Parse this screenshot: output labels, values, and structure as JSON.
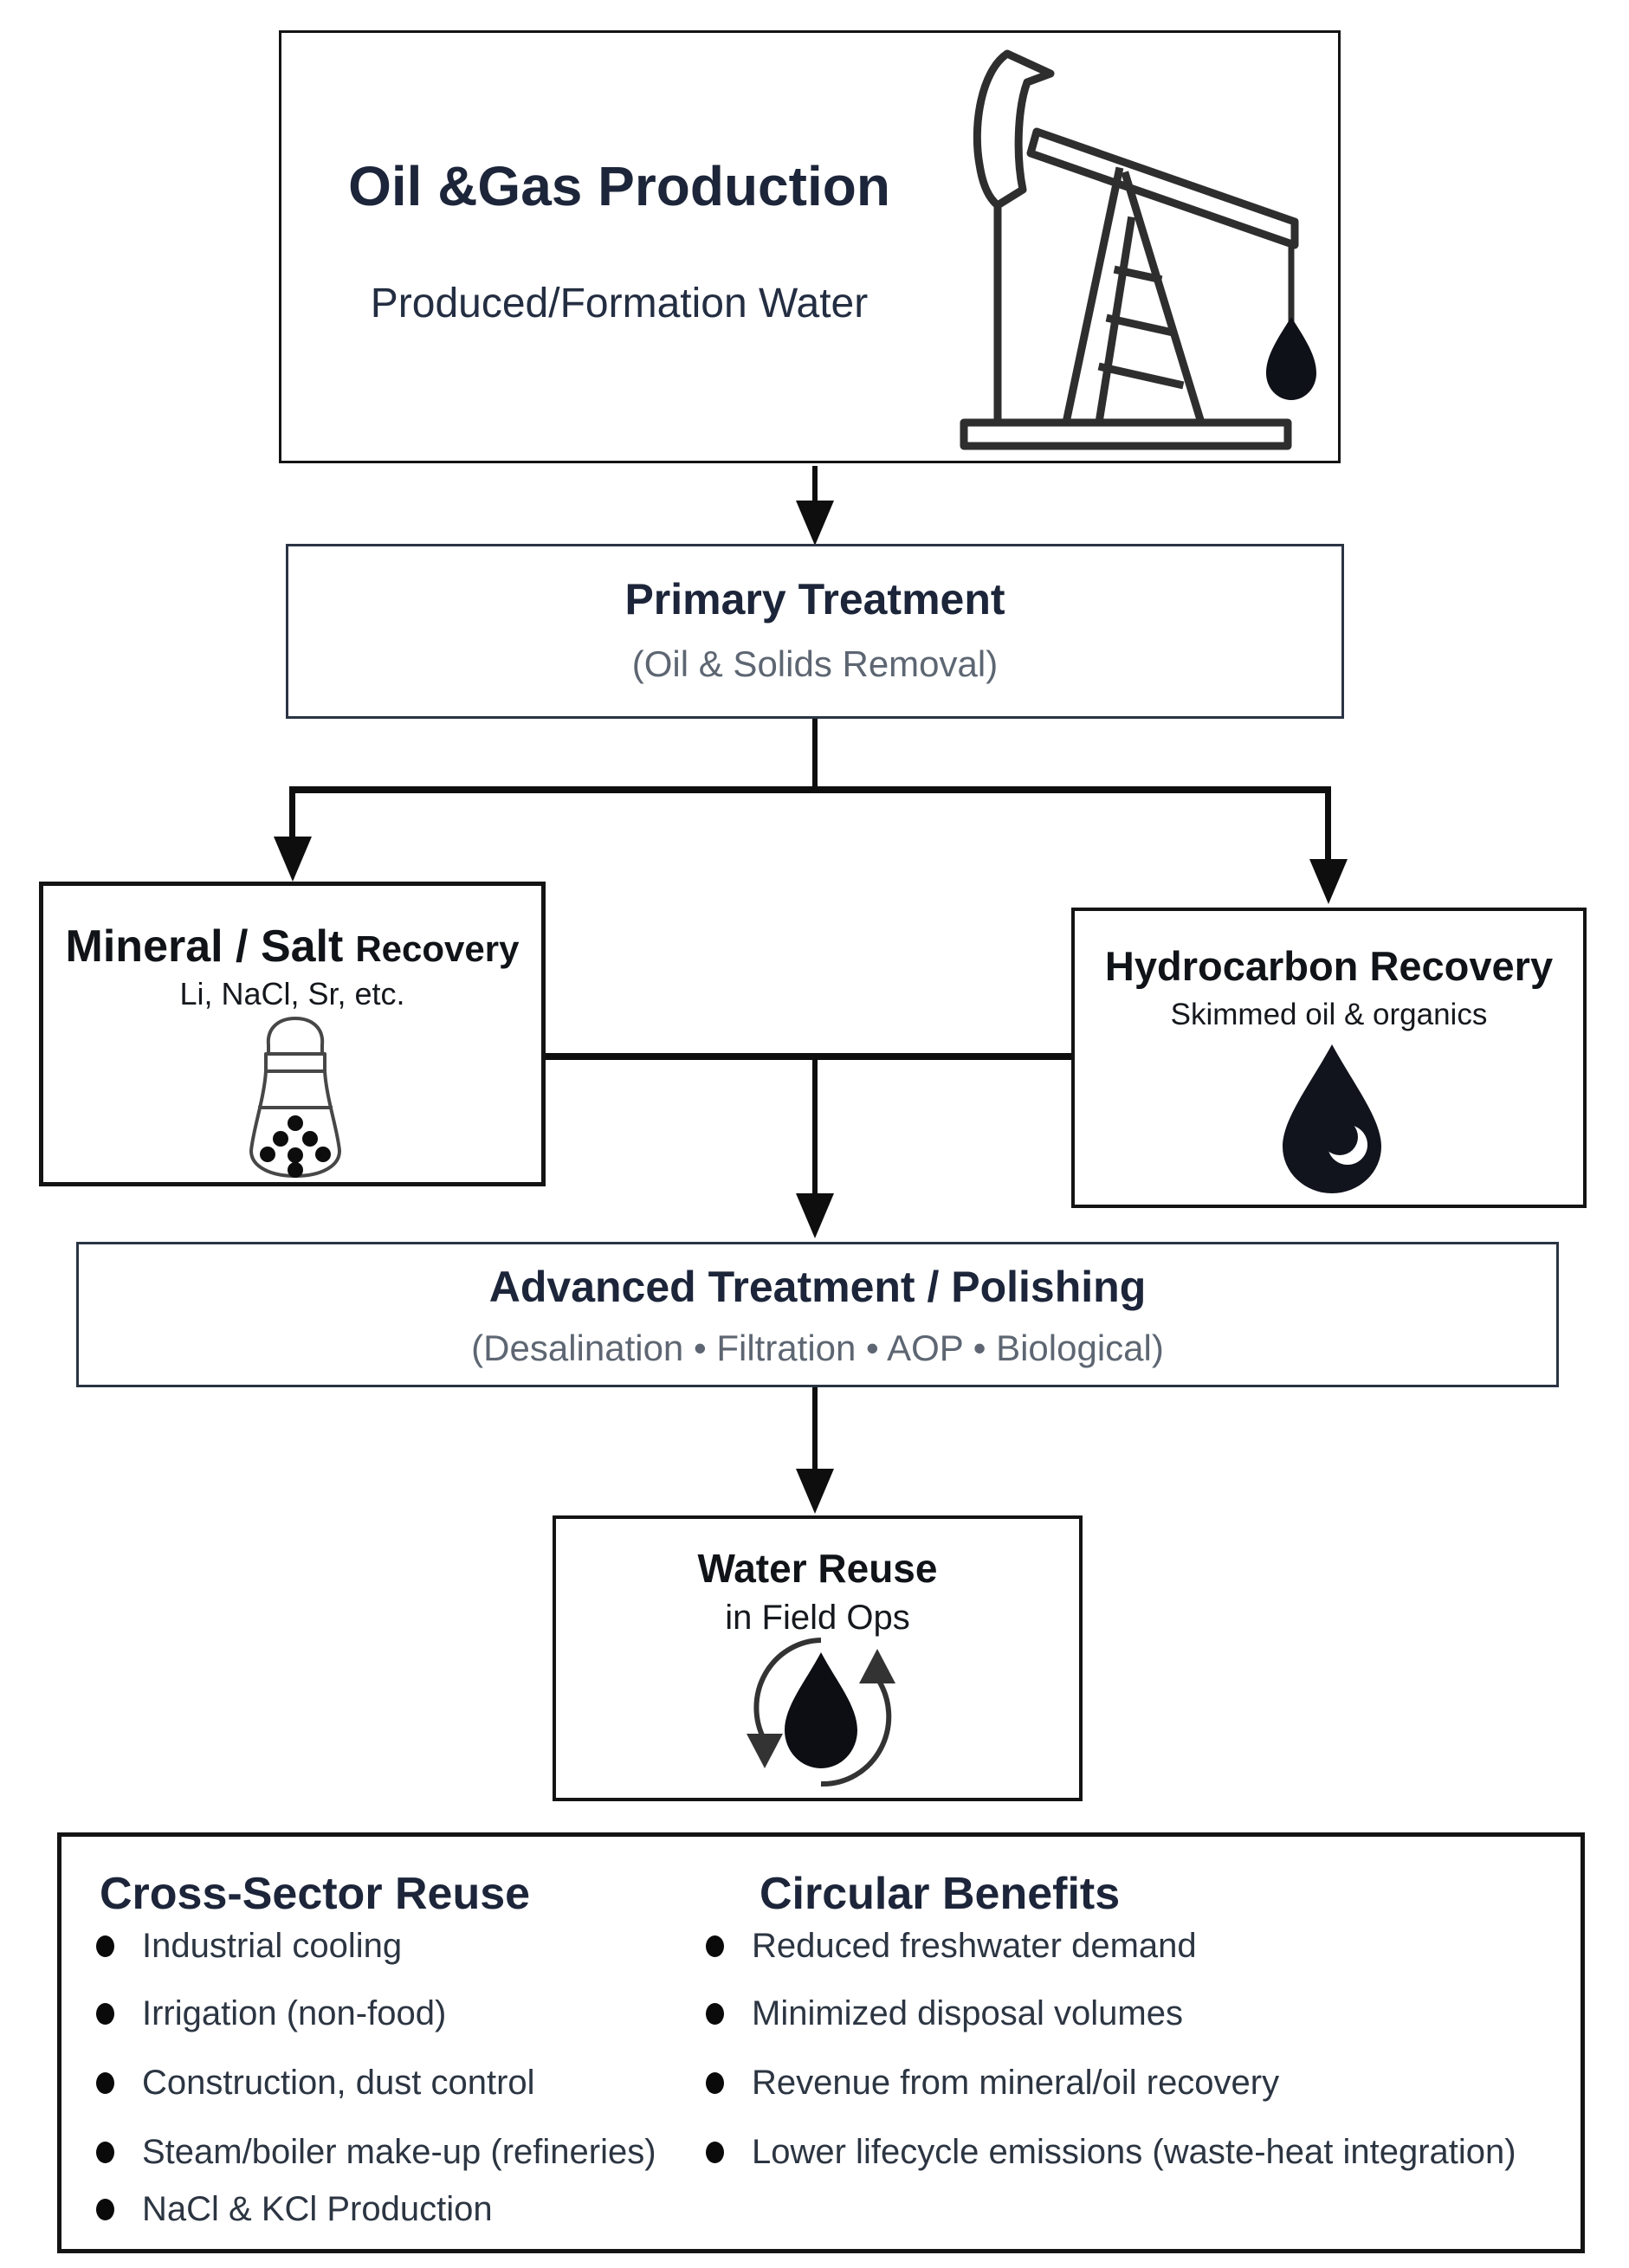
{
  "diagram": {
    "source": {
      "title": "Oil &Gas Production",
      "subtitle": "Produced/Formation Water",
      "icon": "pumpjack-icon"
    },
    "primary": {
      "title": "Primary Treatment",
      "subtitle": "(Oil & Solids Removal)"
    },
    "mineral": {
      "title_main": "Mineral / Salt",
      "title_small": "Recovery",
      "subtitle": "Li, NaCl, Sr, etc.",
      "icon": "salt-shaker-icon"
    },
    "hydrocarbon": {
      "title": "Hydrocarbon Recovery",
      "subtitle": "Skimmed oil & organics",
      "icon": "oil-drop-icon"
    },
    "advanced": {
      "title": "Advanced Treatment / Polishing",
      "subtitle": "(Desalination • Filtration • AOP • Biological)"
    },
    "reuse": {
      "title": "Water Reuse",
      "subtitle": "in Field Ops",
      "icon": "water-recycle-icon"
    },
    "footer": {
      "cross_sector": {
        "heading": "Cross-Sector Reuse",
        "items": [
          "Industrial cooling",
          "Irrigation (non-food)",
          "Construction, dust control",
          "Steam/boiler make-up (refineries)",
          "NaCl & KCl Production"
        ]
      },
      "circular": {
        "heading": "Circular Benefits",
        "items": [
          "Reduced freshwater demand",
          "Minimized disposal volumes",
          "Revenue from mineral/oil recovery",
          "Lower lifecycle emissions (waste-heat integration)"
        ]
      }
    },
    "colors": {
      "navy": "#1c2539",
      "gray": "#5d6672",
      "line": "#0e0e0e"
    }
  }
}
